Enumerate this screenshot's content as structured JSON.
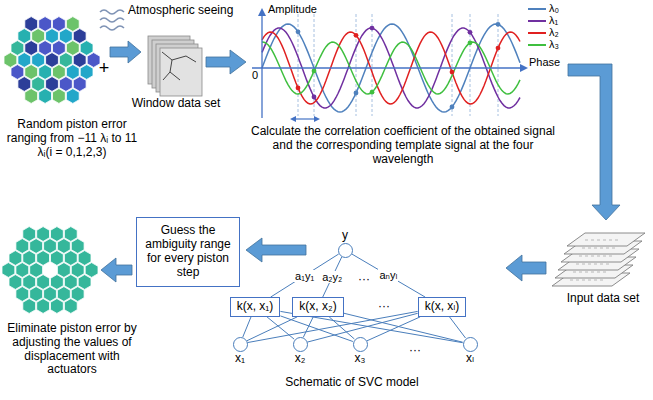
{
  "diagram": {
    "nodes": [
      {
        "text": [
          "Guess the ambiguity range for every piston step"
        ]
      },
      {
        "text": [
          "y"
        ]
      },
      {
        "text": [
          "k(x, x₁)"
        ]
      },
      {
        "text": [
          "k(x, x₂)"
        ]
      },
      {
        "text": [
          "k(x, xₗ)"
        ]
      },
      {
        "text": [
          "x₁"
        ]
      },
      {
        "text": [
          "x₂"
        ]
      },
      {
        "text": [
          "x₃"
        ]
      },
      {
        "text": [
          "xₗ"
        ]
      }
    ],
    "edges": [
      {
        "from": 5,
        "to": 2,
        "arrow": "none"
      },
      {
        "from": 5,
        "to": 3,
        "arrow": "none"
      },
      {
        "from": 5,
        "to": 4,
        "arrow": "none"
      },
      {
        "from": 6,
        "to": 2,
        "arrow": "none"
      },
      {
        "from": 6,
        "to": 3,
        "arrow": "none"
      },
      {
        "from": 6,
        "to": 4,
        "arrow": "none"
      },
      {
        "from": 7,
        "to": 2,
        "arrow": "none"
      },
      {
        "from": 7,
        "to": 3,
        "arrow": "none"
      },
      {
        "from": 7,
        "to": 4,
        "arrow": "none"
      },
      {
        "from": 8,
        "to": 2,
        "arrow": "none"
      },
      {
        "from": 8,
        "to": 3,
        "arrow": "none"
      },
      {
        "from": 8,
        "to": 4,
        "arrow": "none"
      },
      {
        "from": 2,
        "to": 1,
        "label": "a₁y₁",
        "arrow": "none"
      },
      {
        "from": 3,
        "to": 1,
        "label": "a₂y₂",
        "arrow": "none"
      },
      {
        "from": 4,
        "to": 1,
        "label": "aₙyₗ",
        "arrow": "none"
      }
    ],
    "labels": [
      "Atmospheric seeing",
      "+",
      "Window data set",
      "Random piston error ranging from −11 λᵢ to 11 λᵢ(i = 0,1,2,3)",
      "Amplitude",
      "Phase",
      "0",
      "Calculate the correlation coefficient of the obtained signal and the corresponding template signal at the four wavelength",
      "Input data set",
      "···",
      "···",
      "···",
      "Schematic of SVC model",
      "Eliminate piston error by adjusting the values of displacement with actuators"
    ],
    "legend": [
      {
        "text": "λ₀"
      },
      {
        "text": "λ₁"
      },
      {
        "text": "λ₂"
      },
      {
        "text": "λ₃"
      }
    ]
  }
}
